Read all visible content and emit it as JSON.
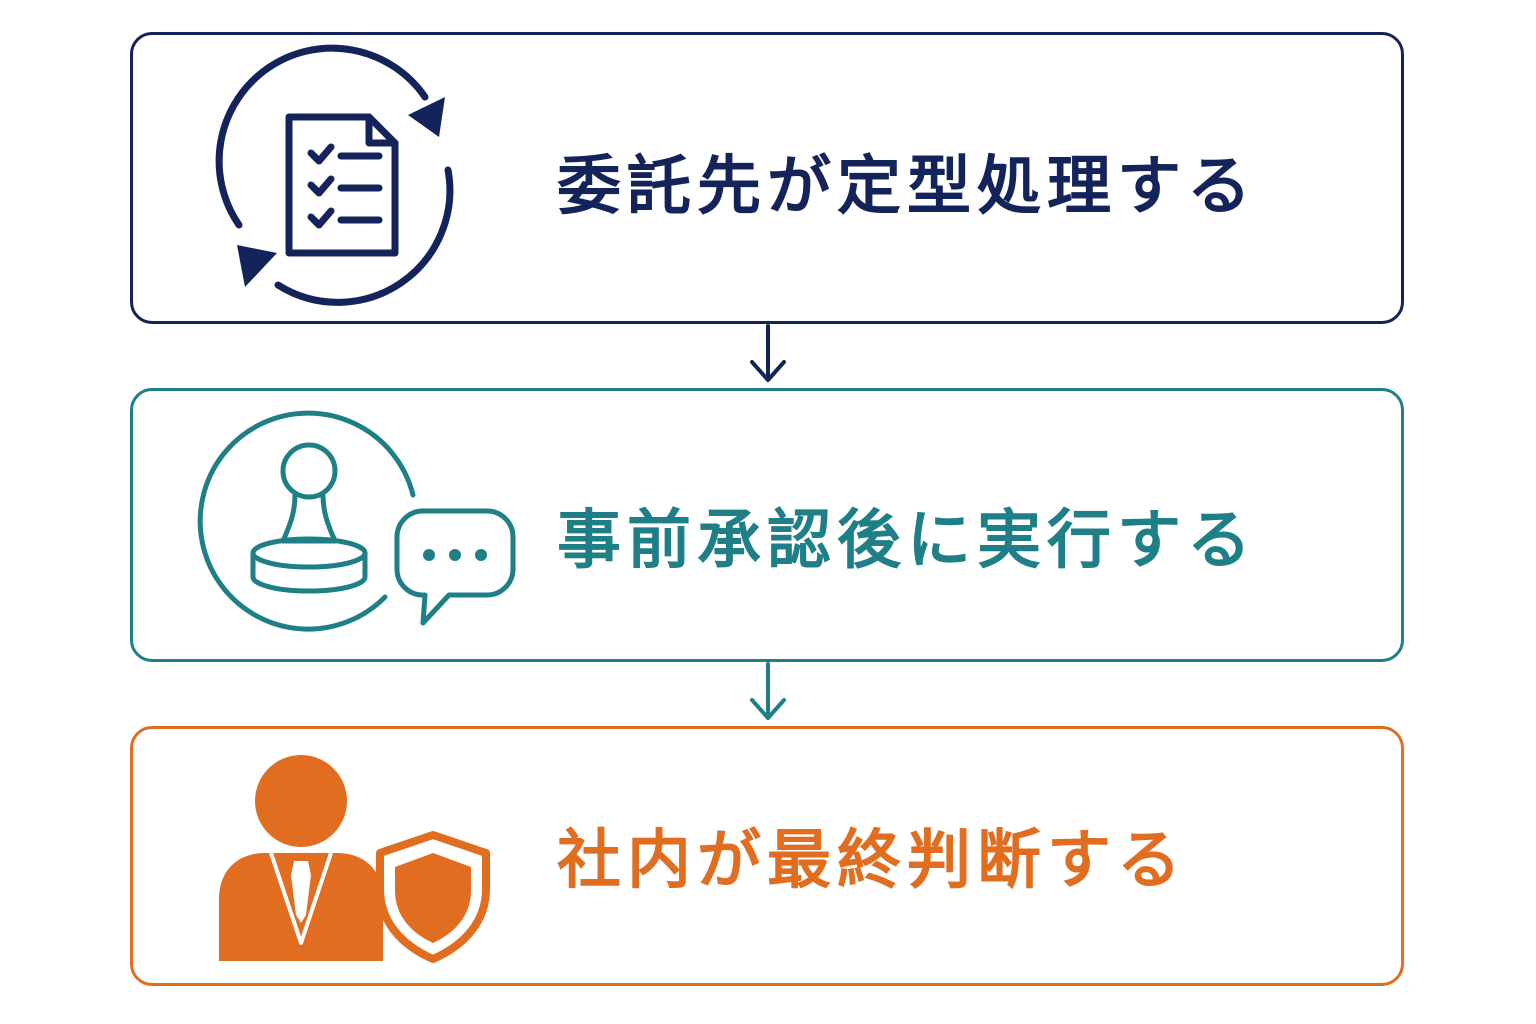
{
  "colors": {
    "step1": "#14245a",
    "step2": "#1f7f86",
    "step3": "#e06d20"
  },
  "steps": [
    {
      "label": "委託先が定型処理する",
      "icon": "checklist-cycle-icon"
    },
    {
      "label": "事前承認後に実行する",
      "icon": "stamp-speech-bubble-icon"
    },
    {
      "label": "社内が最終判断する",
      "icon": "person-shield-icon"
    }
  ]
}
